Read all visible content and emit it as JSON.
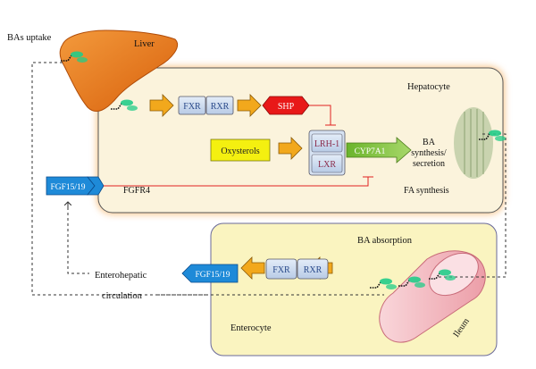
{
  "labels": {
    "bas_uptake": "BAs uptake",
    "liver": "Liver",
    "hepatocyte": "Hepatocyte",
    "fxr": "FXR",
    "rxr": "RXR",
    "shp": "SHP",
    "oxysterols": "Oxysterols",
    "lrh1": "LRH-1",
    "lxr": "LXR",
    "cyp7a1": "CYP7A1",
    "ba_synthesis_line1": "BA",
    "ba_synthesis_line2": "synthesis/",
    "ba_synthesis_line3": "secretion",
    "fa_synthesis": "FA synthesis",
    "fgf15_19": "FGF15/19",
    "fgfr4": "FGFR4",
    "ba_absorption": "BA absorption",
    "enterohepatic_line1": "Enterohepatic",
    "enterohepatic_line2": "circulation",
    "enterocyte": "Enterocyte",
    "ileum": "Ileum"
  },
  "colors": {
    "liver": "#e8741c",
    "hepatocyte_fill": "#fbf3dc",
    "hepatocyte_glow": "#f5b060",
    "enterocyte_fill": "#faf4c0",
    "arrow_orange": "#f2a81c",
    "shp_red": "#e81818",
    "oxysterols_yellow": "#f4f010",
    "cyp7a1_green": "#7cc23a",
    "fgf_blue": "#1e8ad8",
    "receptor_box": "#c8d8ee",
    "inhibition_red": "#e02020",
    "ileum_pink": "#f6c0c8",
    "ba_molecule": "#22cc88"
  }
}
